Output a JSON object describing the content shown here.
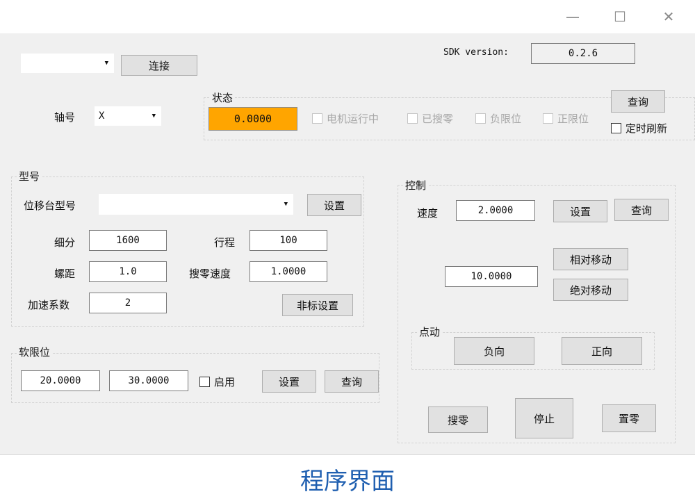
{
  "titlebar": {
    "minimize": "—",
    "maximize": "☐",
    "close": "✕"
  },
  "connection": {
    "port_value": "",
    "connect_label": "连接"
  },
  "sdk": {
    "label": "SDK version:",
    "value": "0.2.6"
  },
  "axis": {
    "label": "轴号",
    "value": "X"
  },
  "status": {
    "title": "状态",
    "position": "0.0000",
    "motor_running": "电机运行中",
    "homed": "已搜零",
    "neg_limit": "负限位",
    "pos_limit": "正限位",
    "query_label": "查询",
    "auto_refresh": "定时刷新"
  },
  "model": {
    "title": "型号",
    "stage_label": "位移台型号",
    "stage_value": "",
    "set_label": "设置",
    "subdivision_label": "细分",
    "subdivision_value": "1600",
    "travel_label": "行程",
    "travel_value": "100",
    "pitch_label": "螺距",
    "pitch_value": "1.0",
    "home_speed_label": "搜零速度",
    "home_speed_value": "1.0000",
    "accel_label": "加速系数",
    "accel_value": "2",
    "nonstd_label": "非标设置"
  },
  "soft_limit": {
    "title": "软限位",
    "min_value": "20.0000",
    "max_value": "30.0000",
    "enable_label": "启用",
    "set_label": "设置",
    "query_label": "查询"
  },
  "control": {
    "title": "控制",
    "speed_label": "速度",
    "speed_value": "2.0000",
    "set_label": "设置",
    "query_label": "查询",
    "distance_value": "10.0000",
    "relative_label": "相对移动",
    "absolute_label": "绝对移动",
    "jog_title": "点动",
    "negative_label": "负向",
    "positive_label": "正向",
    "home_label": "搜零",
    "stop_label": "停止",
    "zero_label": "置零"
  },
  "caption": "程序界面",
  "colors": {
    "position_bg": "#ffa500",
    "caption": "#1f5fb0",
    "window_bg": "#f0f0f0"
  }
}
